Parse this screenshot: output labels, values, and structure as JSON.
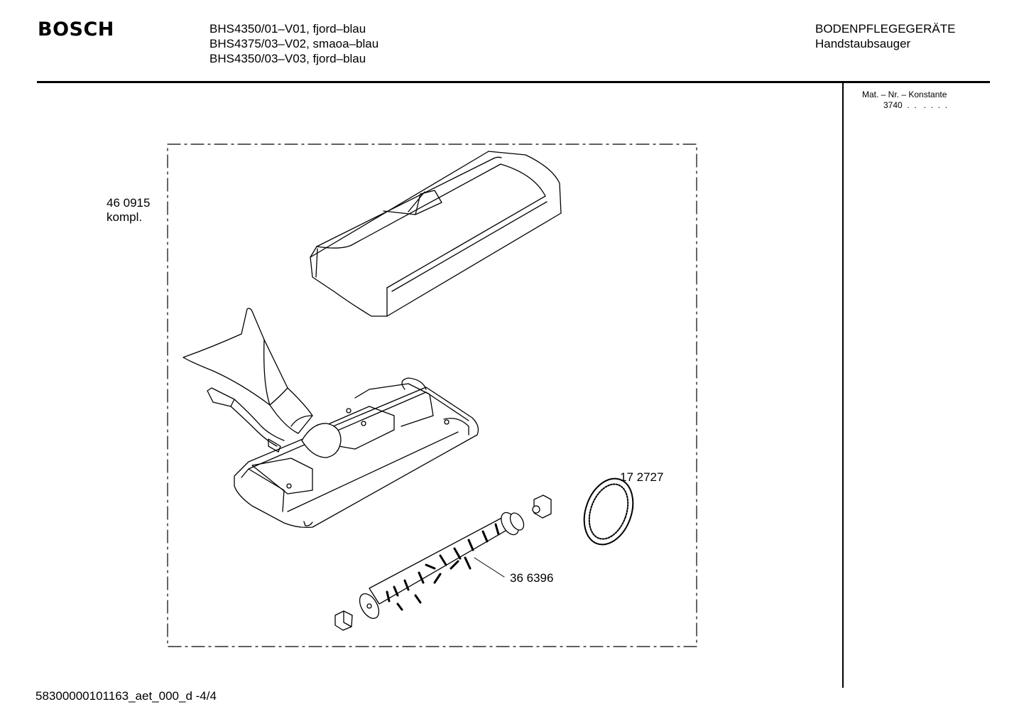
{
  "header": {
    "brand": "BOSCH",
    "models": [
      "BHS4350/01–V01, fjord–blau",
      "BHS4375/03–V02, smaoa–blau",
      "BHS4350/03–V03, fjord–blau"
    ],
    "category": "BODENPFLEGEGERÄTE",
    "subcategory": "Handstaubsauger"
  },
  "sidebar": {
    "mat_label": "Mat. – Nr. – Konstante",
    "mat_value": "3740  .  .   .  .  .  ."
  },
  "parts": {
    "assembly_number": "46 0915",
    "assembly_note": "kompl.",
    "belt_number": "17 2727",
    "brush_number": "36 6396"
  },
  "footer": {
    "doc_id": "58300000101163_aet_000_d  -4/4"
  }
}
